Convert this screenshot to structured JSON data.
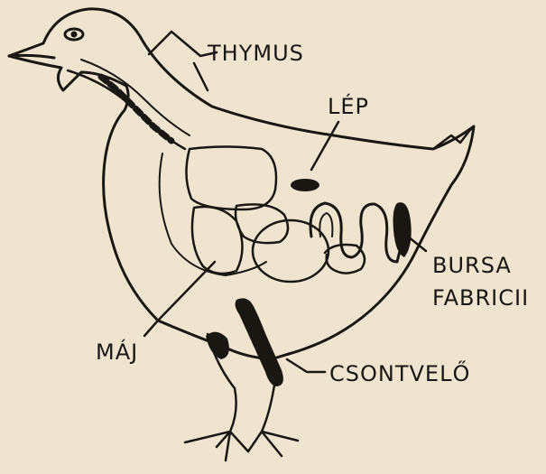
{
  "labels": {
    "thymus": "THYMUS",
    "lep": "LÉP",
    "bursa_line1": "BURSA",
    "bursa_line2": "FABRICII",
    "maj": "MÁJ",
    "csontvelo": "CSONTVELŐ"
  },
  "colors": {
    "paper": "#efe4cf",
    "ink": "#1a1611",
    "organ_dark": "#1a1611"
  }
}
